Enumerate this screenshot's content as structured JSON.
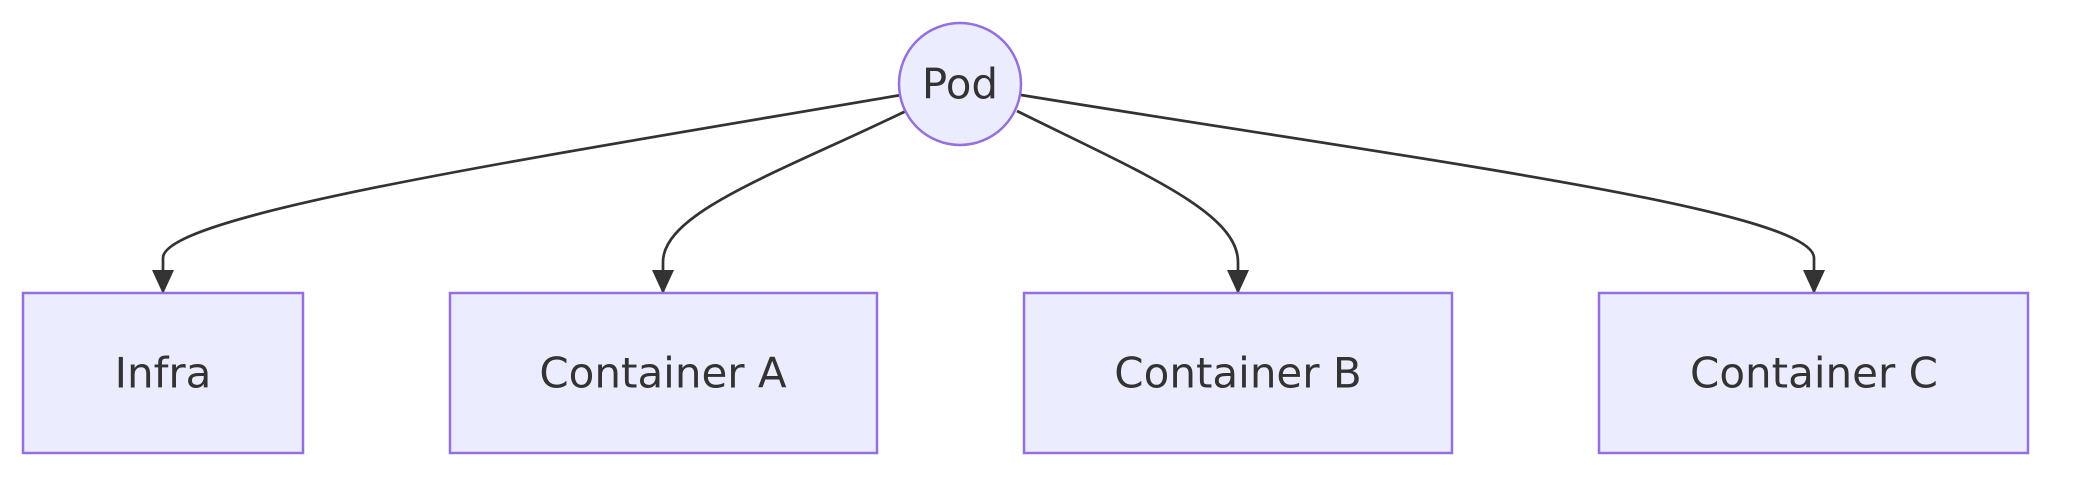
{
  "diagram": {
    "type": "flowchart",
    "direction": "top-down",
    "colors": {
      "node_fill": "#ECECFF",
      "node_stroke": "#9370DB",
      "edge": "#333333",
      "text": "#333333",
      "background": "#FFFFFF"
    },
    "nodes": [
      {
        "id": "pod",
        "label": "Pod",
        "shape": "circle"
      },
      {
        "id": "infra",
        "label": "Infra",
        "shape": "rect"
      },
      {
        "id": "container-a",
        "label": "Container A",
        "shape": "rect"
      },
      {
        "id": "container-b",
        "label": "Container B",
        "shape": "rect"
      },
      {
        "id": "container-c",
        "label": "Container C",
        "shape": "rect"
      }
    ],
    "edges": [
      {
        "from": "pod",
        "to": "infra"
      },
      {
        "from": "pod",
        "to": "container-a"
      },
      {
        "from": "pod",
        "to": "container-b"
      },
      {
        "from": "pod",
        "to": "container-c"
      }
    ]
  }
}
